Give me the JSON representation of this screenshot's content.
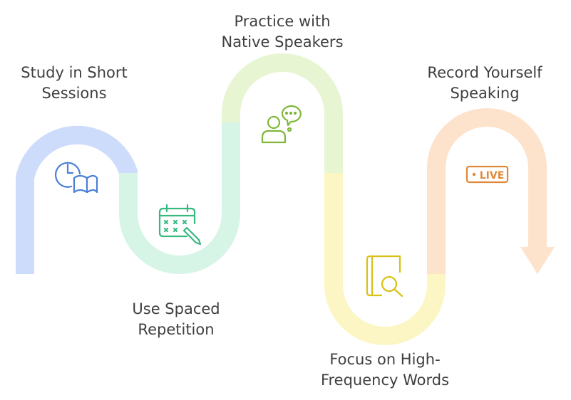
{
  "steps": [
    {
      "label_lines": [
        "Study in Short",
        "Sessions"
      ],
      "icon": "clock-book-icon",
      "color": "#cddcfb",
      "icon_color": "#4a7fd6"
    },
    {
      "label_lines": [
        "Use Spaced",
        "Repetition"
      ],
      "icon": "calendar-pen-icon",
      "color": "#d6f5e6",
      "icon_color": "#39b980"
    },
    {
      "label_lines": [
        "Practice with",
        "Native Speakers"
      ],
      "icon": "person-chat-icon",
      "color": "#e7f5d3",
      "icon_color": "#7fb83a"
    },
    {
      "label_lines": [
        "Focus on High-",
        "Frequency Words"
      ],
      "icon": "book-search-icon",
      "color": "#fbf6c4",
      "icon_color": "#d8c114"
    },
    {
      "label_lines": [
        "Record Yourself",
        "Speaking"
      ],
      "icon": "live-badge-icon",
      "icon_text": "LIVE",
      "color": "#fde2cc",
      "icon_color": "#e0883a"
    }
  ]
}
